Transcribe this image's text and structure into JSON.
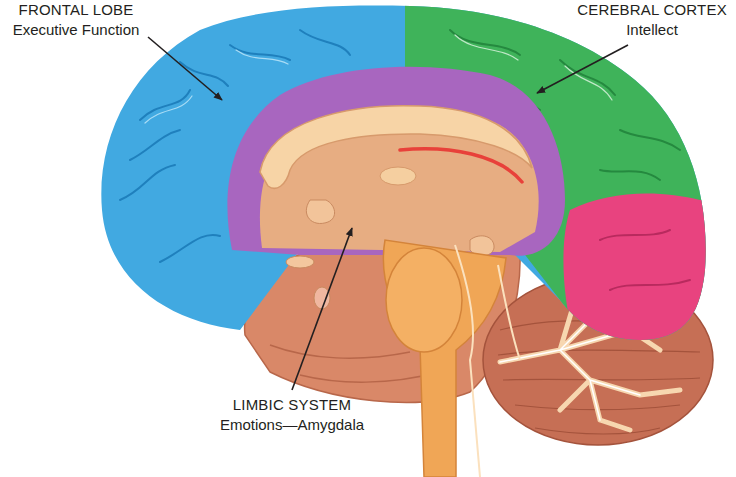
{
  "diagram": {
    "labels": [
      "FRONTAL LOBE",
      "Executive Function",
      "CEREBRAL CORTEX",
      "Intellect",
      "LIMBIC SYSTEM",
      "Emotions—Amygdala"
    ]
  }
}
